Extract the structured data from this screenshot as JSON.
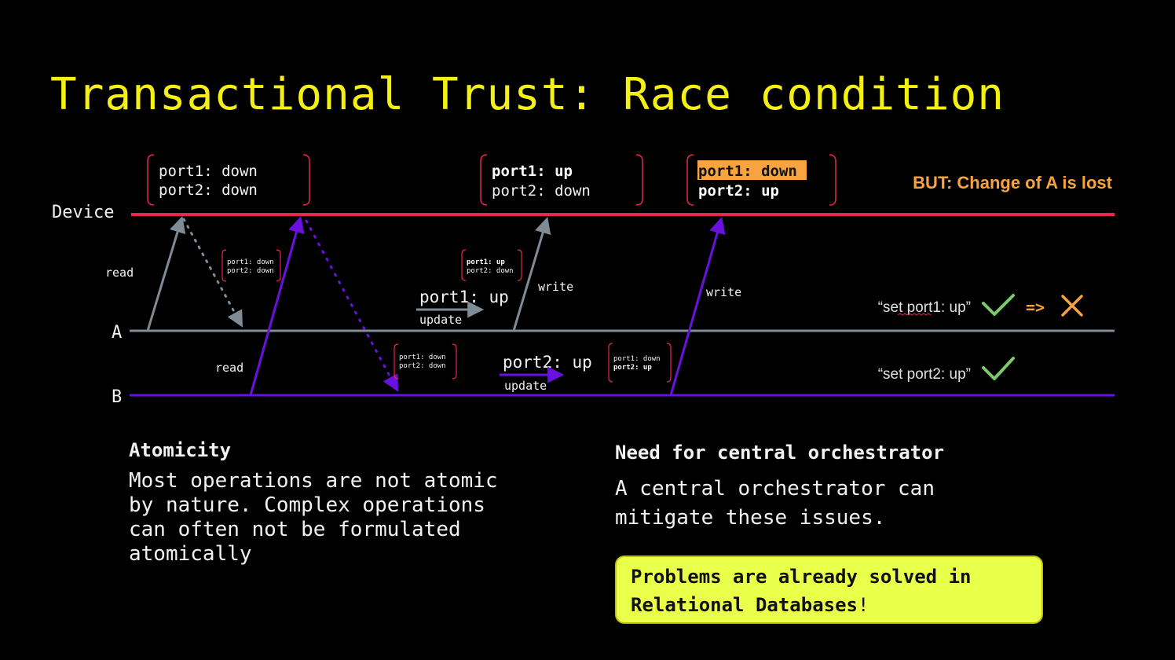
{
  "title": "Transactional Trust: Race condition",
  "colors": {
    "title": "#f4f014",
    "device_line": "#e8264e",
    "a_line": "#7f8c96",
    "b_line": "#6a11e0",
    "warning": "#f7a440",
    "check": "#7cc96a",
    "callout_bg": "#eaff49"
  },
  "diagram": {
    "lanes": {
      "device": "Device",
      "a": "A",
      "b": "B"
    },
    "state_boxes": {
      "initial": {
        "l1": "port1: down",
        "l2": "port2: down"
      },
      "after_a": {
        "l1": "port1: up",
        "l2": "port2: down"
      },
      "after_b": {
        "l1": "port1: down",
        "l2": "port2: up"
      }
    },
    "small_boxes": {
      "a_read": {
        "l1": "port1: down",
        "l2": "port2: down"
      },
      "a_updated": {
        "l1": "port1: up",
        "l2": "port2: down"
      },
      "b_read": {
        "l1": "port1: down",
        "l2": "port2: down"
      },
      "b_updated": {
        "l1": "port1: down",
        "l2": "port2: up"
      }
    },
    "labels": {
      "read_a": "read",
      "read_b": "read",
      "write_a": "write",
      "write_b": "write",
      "update_a_value": "port1: up",
      "update_a": "update",
      "update_b_value": "port2: up",
      "update_b": "update"
    },
    "warning": "BUT: Change of A is lost",
    "results": {
      "a_cmd": "“set port1: up”",
      "a_arrow": "=>",
      "b_cmd": "“set port2: up”"
    }
  },
  "sections": {
    "atomicity": {
      "heading": "Atomicity",
      "lines": [
        "Most operations are not atomic",
        "by nature. Complex operations",
        "can often not be formulated",
        "atomically"
      ]
    },
    "orchestrator": {
      "heading": "Need for central orchestrator",
      "lines": [
        "A central orchestrator can",
        "mitigate these issues."
      ]
    }
  },
  "callout": {
    "line1": "Problems are already solved in",
    "line2_bold": "Relational Databases",
    "line2_end": "!"
  }
}
